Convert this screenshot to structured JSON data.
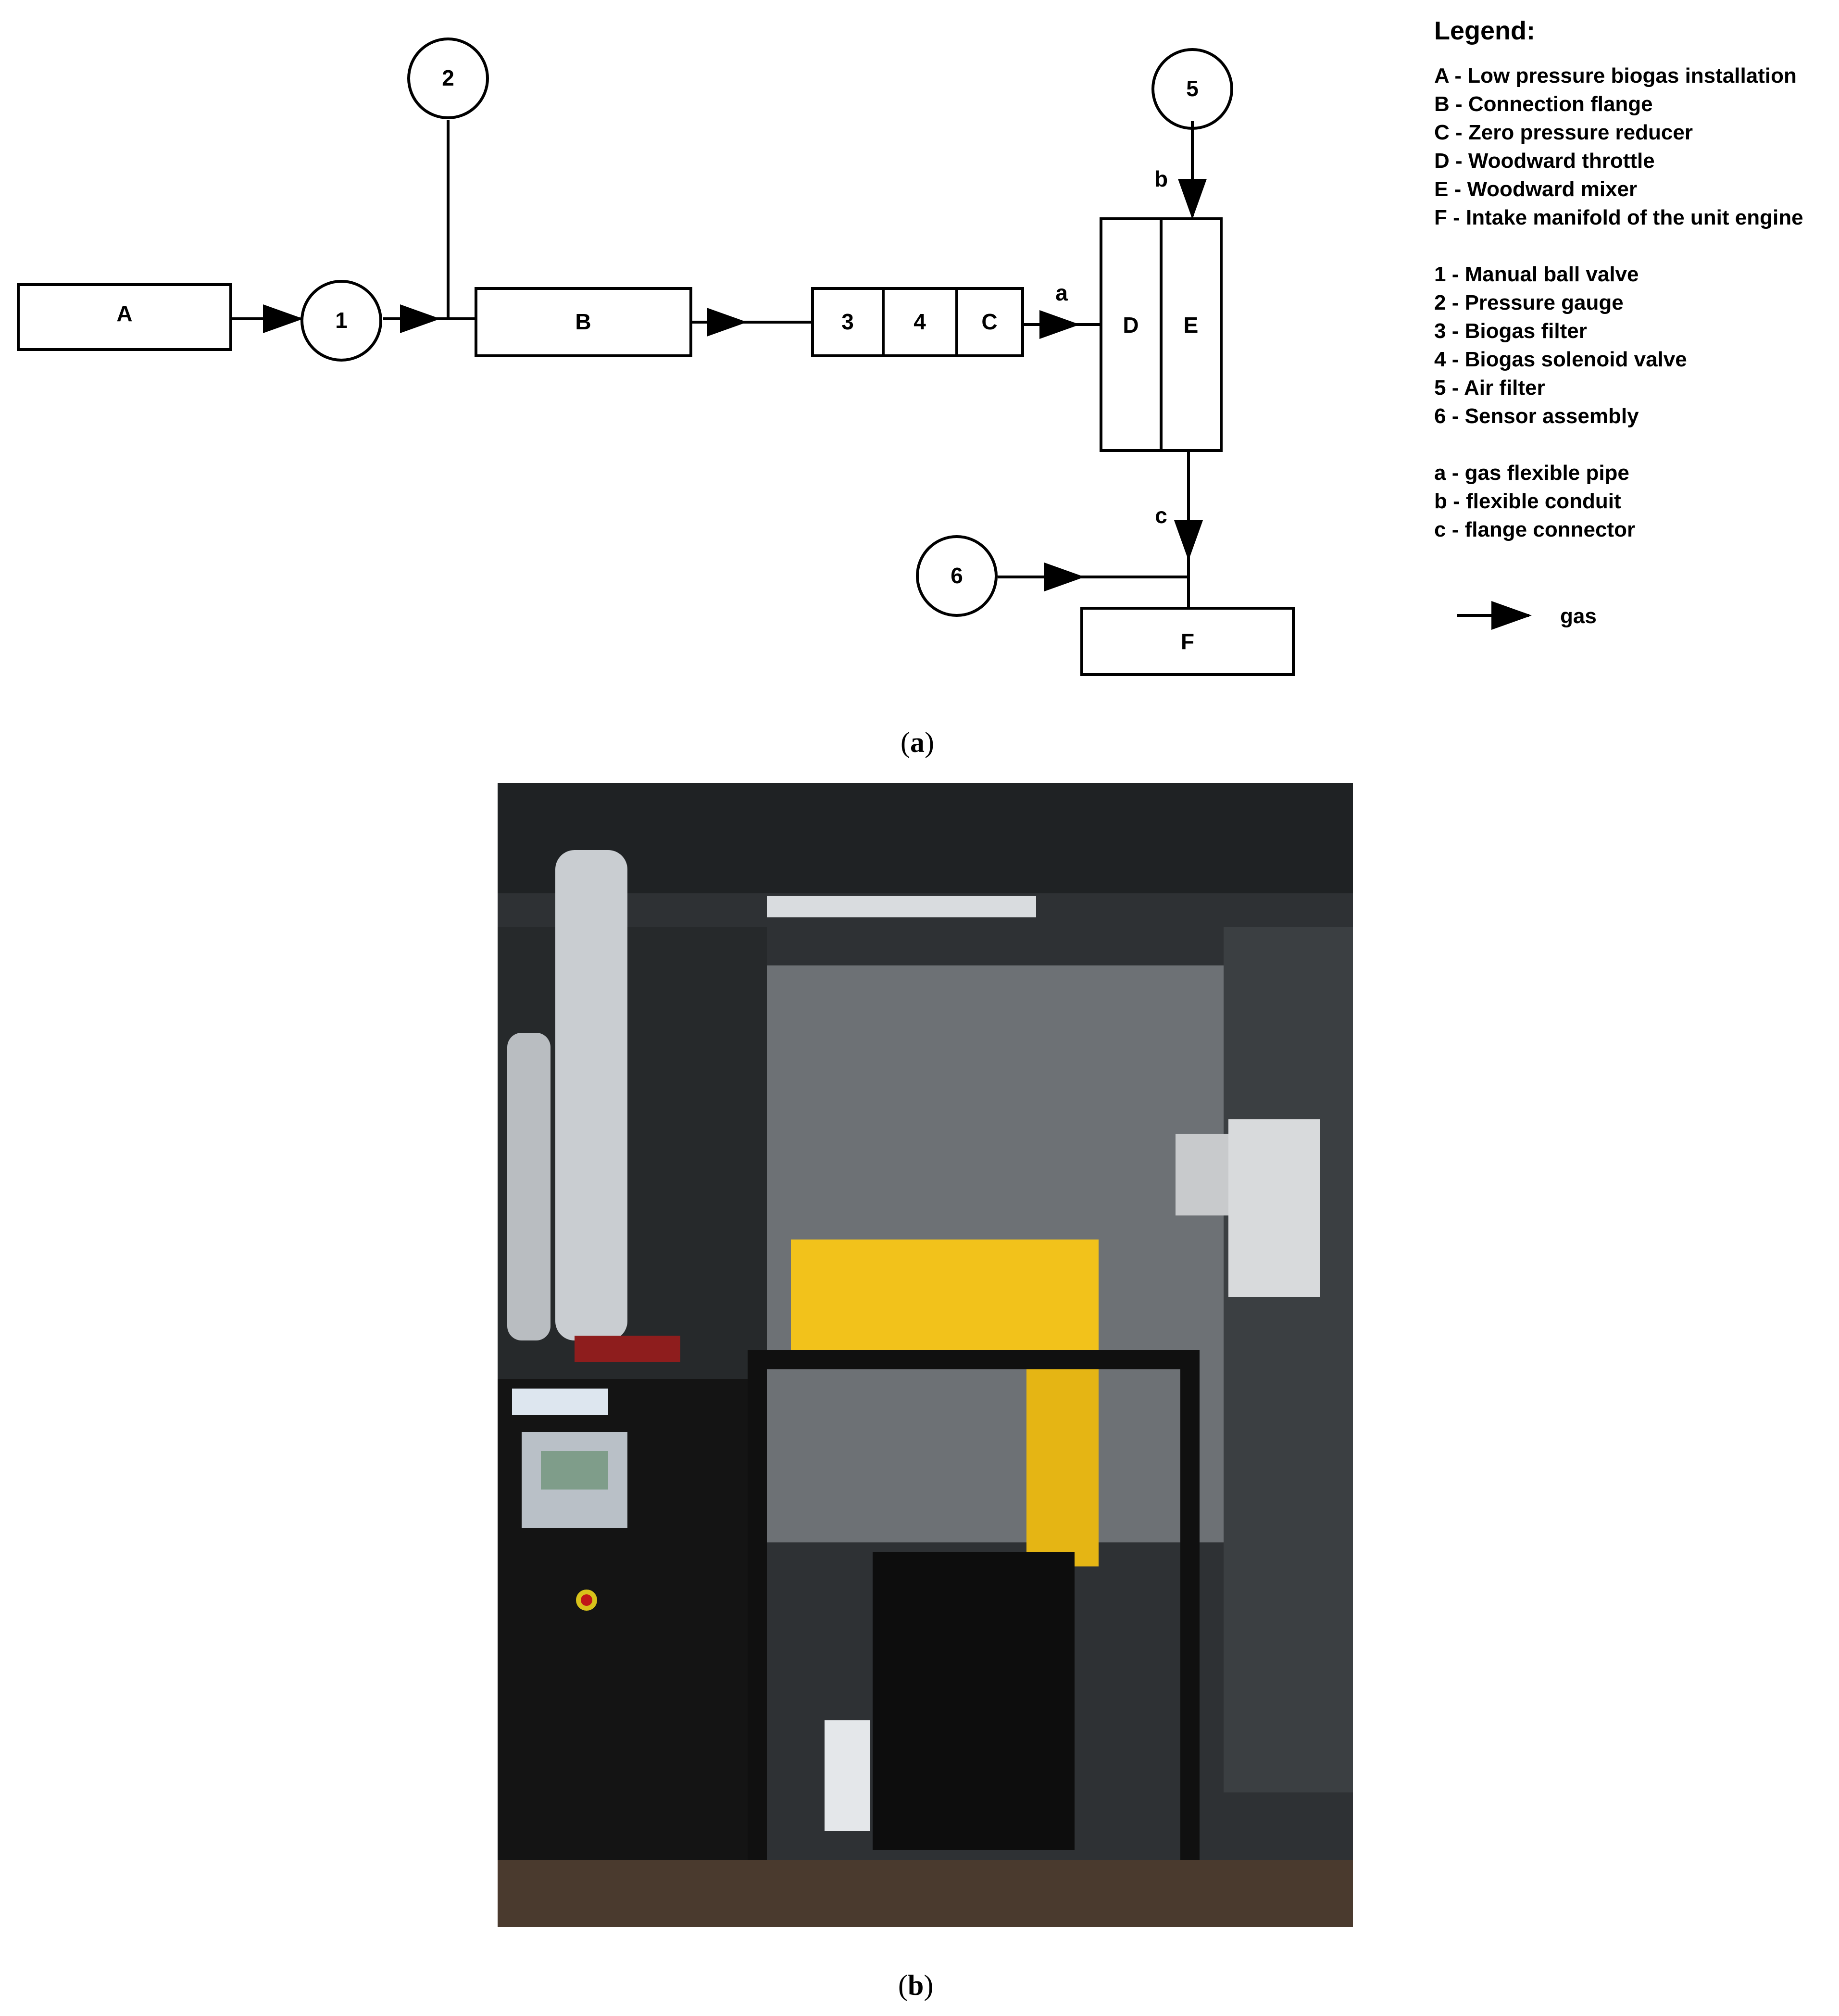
{
  "diagram": {
    "boxes": {
      "A": "A",
      "B": "B",
      "c3": "3",
      "c4": "4",
      "C": "C",
      "D": "D",
      "E": "E",
      "F": "F"
    },
    "circles": {
      "n1": "1",
      "n2": "2",
      "n5": "5",
      "n6": "6"
    },
    "pipe_labels": {
      "a": "a",
      "b": "b",
      "c": "c"
    }
  },
  "legend": {
    "title": "Legend:",
    "letters": [
      "A - Low pressure biogas installation",
      "B - Connection flange",
      "C - Zero pressure reducer",
      "D - Woodward throttle",
      "E - Woodward mixer",
      "F - Intake manifold of the unit engine"
    ],
    "numbers": [
      "1 - Manual ball valve",
      "2 - Pressure gauge",
      "3 - Biogas filter",
      "4 - Biogas solenoid valve",
      "5 - Air filter",
      "6 - Sensor assembly"
    ],
    "pipes": [
      "a - gas flexible pipe",
      "b - flexible conduit",
      "c - flange connector"
    ],
    "arrow_label": "gas"
  },
  "captions": {
    "a_open": "(",
    "a": "a",
    "a_close": ")",
    "b_open": "(",
    "b": "b",
    "b_close": ")"
  },
  "colors": {
    "line": "#000000",
    "photo_wall": "#3a3d40",
    "yellow_unit": "#f2c21b",
    "cabinet": "#141414"
  }
}
